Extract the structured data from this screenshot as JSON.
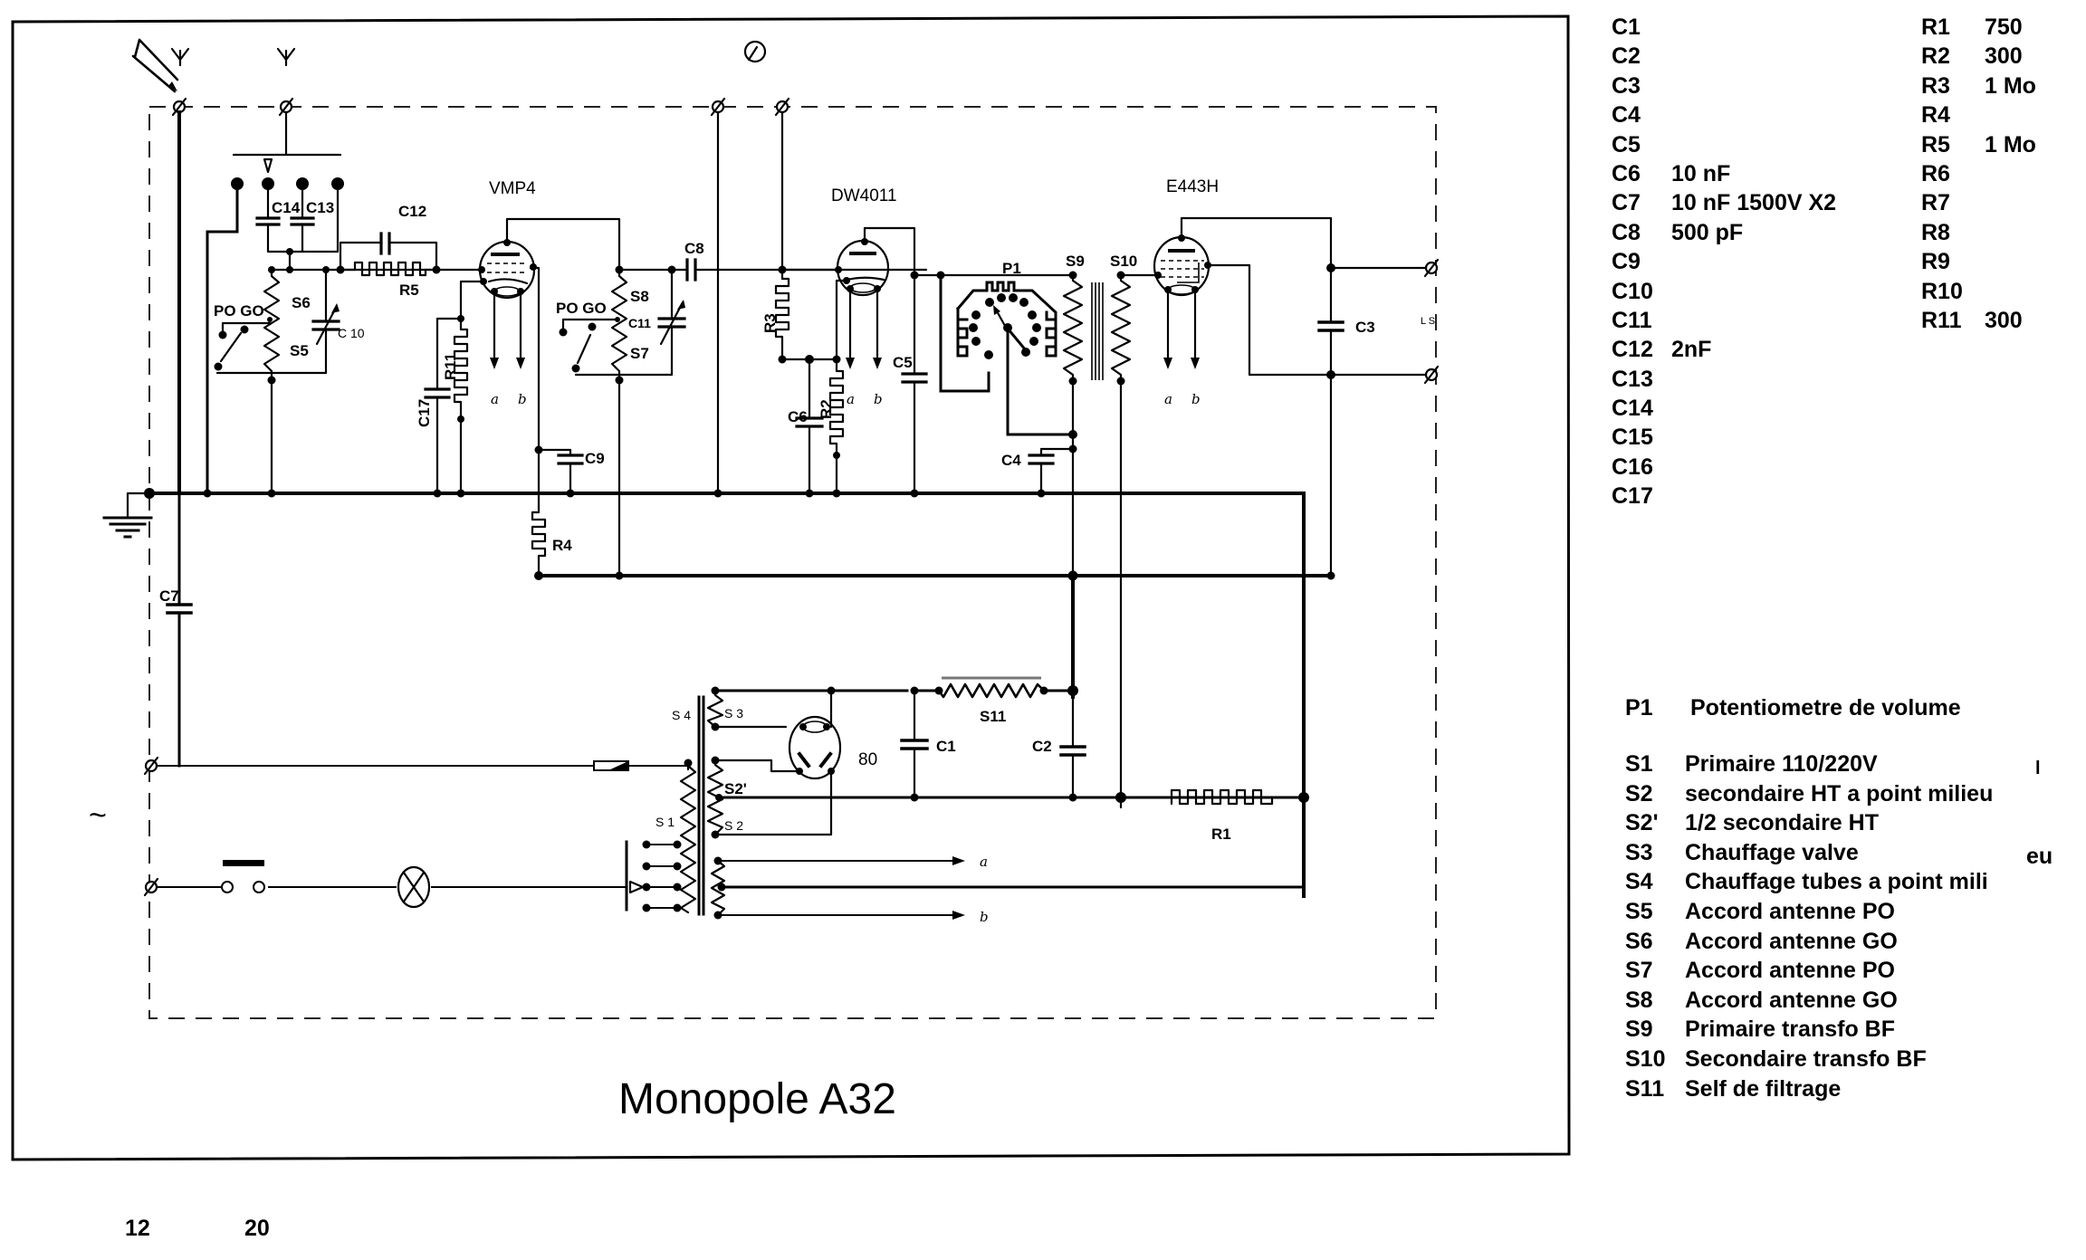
{
  "schematic": {
    "title": "Monopole A32",
    "tubes": {
      "v1": "VMP4",
      "v2": "DW4011",
      "v3": "E443H",
      "rectifier": "80"
    },
    "component_labels": {
      "C1": "C1",
      "C2": "C2",
      "C3": "C3",
      "C4": "C4",
      "C5": "C5",
      "C6": "C6",
      "C7": "C7",
      "C8": "C8",
      "C9": "C9",
      "C10": "C 10",
      "C11": "C11",
      "C12": "C12",
      "C13": "C13",
      "C14": "C14",
      "C17": "C17",
      "R1": "R1",
      "R2": "R2",
      "R3": "R3",
      "R4": "R4",
      "R5": "R5",
      "R11": "R11",
      "S1": "S 1",
      "S2": "S 2",
      "S2p": "S2'",
      "S3": "S 3",
      "S4": "S 4",
      "S5": "S5",
      "S6": "S6",
      "S7": "S7",
      "S8": "S8",
      "S9": "S9",
      "S10": "S10",
      "S11": "S11",
      "P1": "P1"
    },
    "switch_labels": {
      "left": "PO GO",
      "right": "PO GO"
    },
    "speaker_label": "L S",
    "heater_taps": {
      "a": "a",
      "b": "b"
    },
    "ac_symbol": "~"
  },
  "legend": {
    "capacitors": [
      {
        "ref": "C1",
        "value": ""
      },
      {
        "ref": "C2",
        "value": ""
      },
      {
        "ref": "C3",
        "value": ""
      },
      {
        "ref": "C4",
        "value": ""
      },
      {
        "ref": "C5",
        "value": ""
      },
      {
        "ref": "C6",
        "value": "10 nF"
      },
      {
        "ref": "C7",
        "value": "10 nF 1500V X2"
      },
      {
        "ref": "C8",
        "value": "500 pF"
      },
      {
        "ref": "C9",
        "value": ""
      },
      {
        "ref": "C10",
        "value": ""
      },
      {
        "ref": "C11",
        "value": ""
      },
      {
        "ref": "C12",
        "value": "2nF"
      },
      {
        "ref": "C13",
        "value": ""
      },
      {
        "ref": "C14",
        "value": ""
      },
      {
        "ref": "C15",
        "value": ""
      },
      {
        "ref": "C16",
        "value": ""
      },
      {
        "ref": "C17",
        "value": ""
      }
    ],
    "resistors": [
      {
        "ref": "R1",
        "value": "750"
      },
      {
        "ref": "R2",
        "value": "300"
      },
      {
        "ref": "R3",
        "value": "1 Mo"
      },
      {
        "ref": "R4",
        "value": ""
      },
      {
        "ref": "R5",
        "value": "1 Mo"
      },
      {
        "ref": "R6",
        "value": ""
      },
      {
        "ref": "R7",
        "value": ""
      },
      {
        "ref": "R8",
        "value": ""
      },
      {
        "ref": "R9",
        "value": ""
      },
      {
        "ref": "R10",
        "value": ""
      },
      {
        "ref": "R11",
        "value": "300"
      }
    ],
    "potentiometer": {
      "ref": "P1",
      "description": "Potentiometre de volume"
    },
    "windings": [
      {
        "ref": "S1",
        "description": "Primaire 110/220V"
      },
      {
        "ref": "S2",
        "description": "secondaire HT a point milieu"
      },
      {
        "ref": "S2'",
        "description": "1/2 secondaire HT"
      },
      {
        "ref": "S3",
        "description": "Chauffage valve"
      },
      {
        "ref": "S4",
        "description": "Chauffage tubes  a point mili"
      },
      {
        "ref": "S5",
        "description": "Accord antenne PO"
      },
      {
        "ref": "S6",
        "description": "Accord antenne GO"
      },
      {
        "ref": "S7",
        "description": "Accord antenne PO"
      },
      {
        "ref": "S8",
        "description": "Accord antenne GO"
      },
      {
        "ref": "S9",
        "description": "Primaire transfo BF"
      },
      {
        "ref": "S10",
        "description": "Secondaire transfo BF"
      },
      {
        "ref": "S11",
        "description": "Self de filtrage"
      }
    ],
    "overflow_fragments": {
      "s2_tail": "l",
      "s4_tail": "eu"
    }
  },
  "footer": {
    "numbers": [
      "12",
      "20"
    ]
  }
}
